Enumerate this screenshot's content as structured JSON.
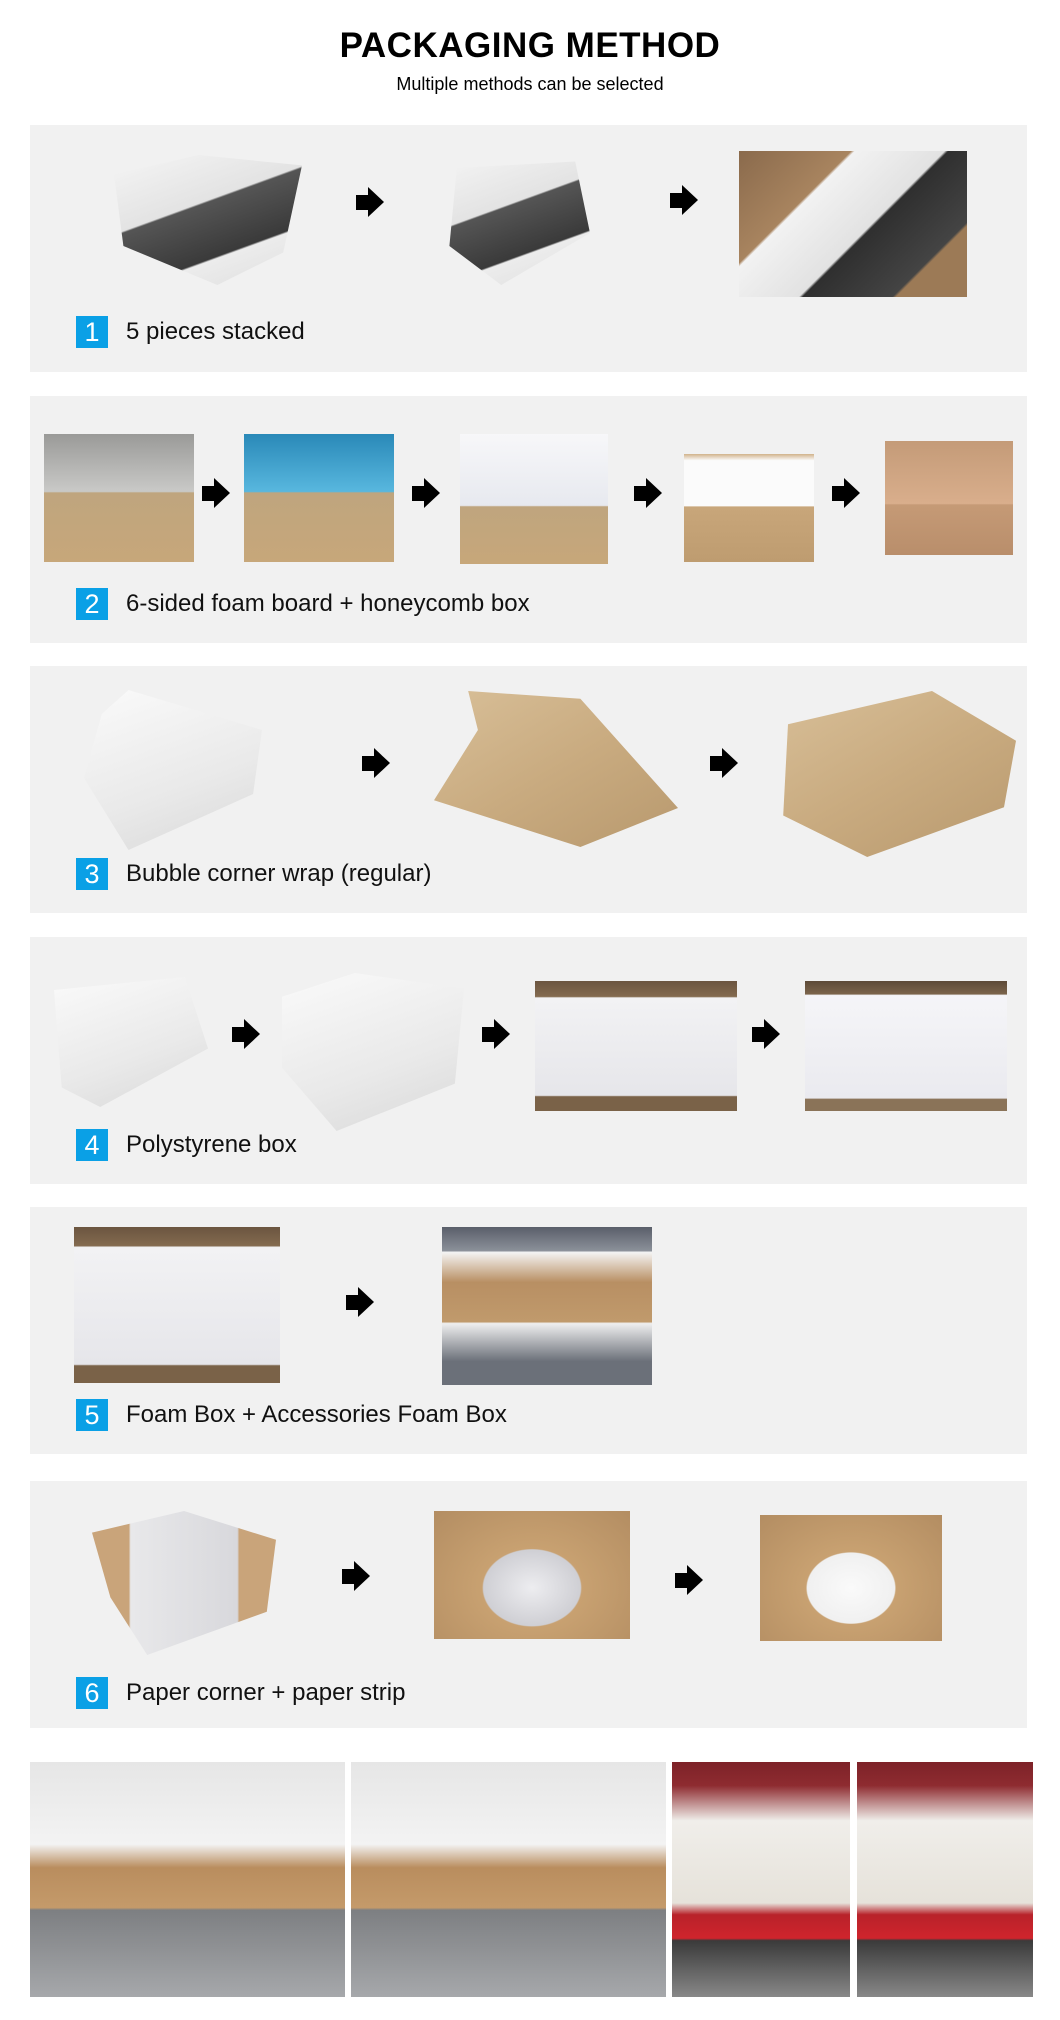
{
  "header": {
    "title": "PACKAGING METHOD",
    "subtitle": "Multiple methods can be selected"
  },
  "accent_color": "#0aa0e6",
  "panel_color": "#f1f1f1",
  "methods": [
    {
      "number": "1",
      "label": "5 pieces stacked",
      "steps": [
        "foam-frame-with-bag",
        "product-in-foam-frame",
        "packed-in-carton"
      ]
    },
    {
      "number": "2",
      "label": "6-sided foam board + honeycomb box",
      "steps": [
        "steel-sink-on-box",
        "film-wrapped-sink",
        "bagged-sink",
        "foam-lid-box",
        "closed-honeycomb-box"
      ]
    },
    {
      "number": "3",
      "label": "Bubble corner wrap (regular)",
      "steps": [
        "foam-corners-with-bag",
        "open-carton",
        "sealed-carton"
      ]
    },
    {
      "number": "4",
      "label": "Polystyrene box",
      "steps": [
        "foam-base-with-bag",
        "foam-box-assembled",
        "bagged-in-carton",
        "foam-box-in-carton"
      ]
    },
    {
      "number": "5",
      "label": "Foam Box + Accessories Foam Box",
      "steps": [
        "carton-with-accessories",
        "accessories-foam-box"
      ]
    },
    {
      "number": "6",
      "label": "Paper corner + paper strip",
      "steps": [
        "paper-corners-with-bag",
        "carton-with-paper-corners",
        "carton-with-manual"
      ]
    }
  ],
  "gallery": [
    "warehouse-aisle",
    "warehouse-pallets",
    "container-loading",
    "container-loaded"
  ]
}
